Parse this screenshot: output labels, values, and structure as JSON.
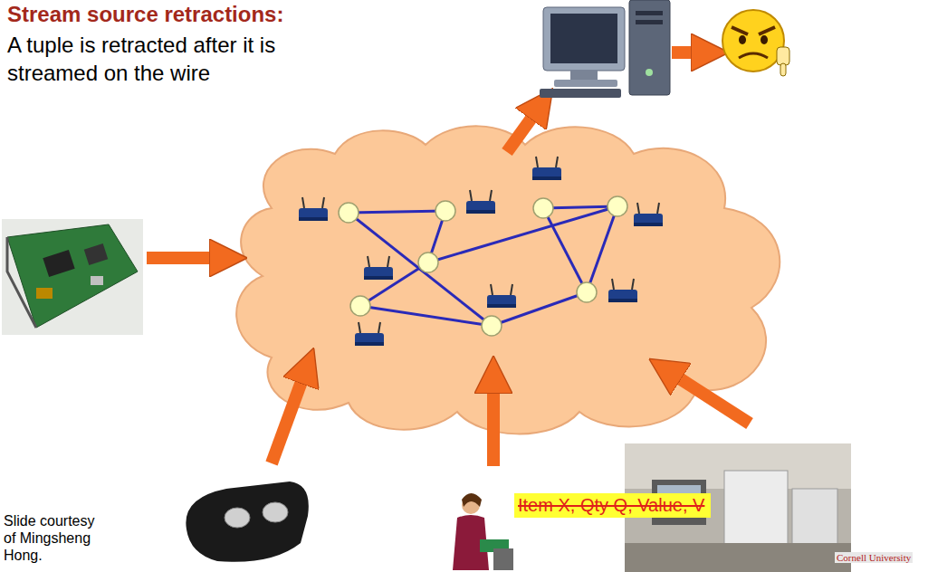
{
  "diagram": {
    "title": "Stream source retractions:",
    "nodes": [
      {
        "text": [
          "Item X, Qty Q, Value, V"
        ]
      }
    ],
    "labels": [
      "A tuple is retracted after it is streamed on the wire",
      "Slide courtesy of Mingsheng Hong.",
      "Cornell University"
    ]
  }
}
